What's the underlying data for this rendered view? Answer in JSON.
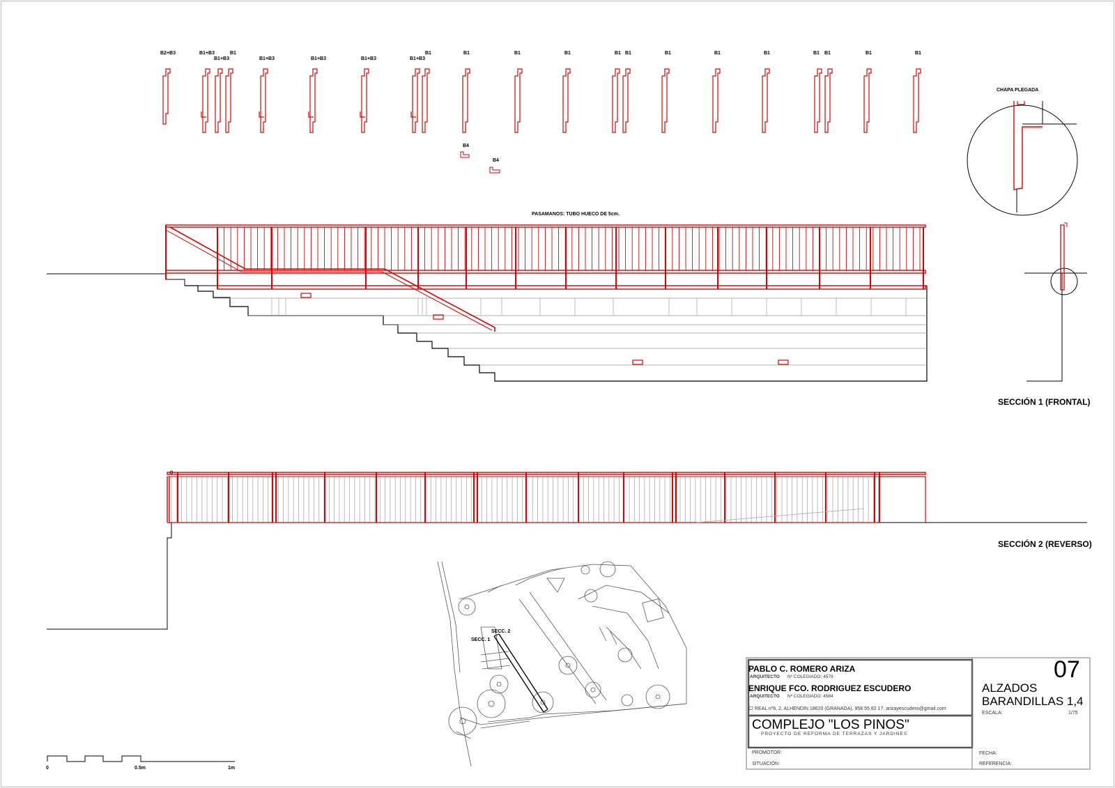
{
  "profile_labels": [
    "B2+B3",
    "B1+B3",
    "B1+B3",
    "B1",
    "B1+B3",
    "B1+B3",
    "B1+B3",
    "B1+B3",
    "B1",
    "B1",
    "B1",
    "B1",
    "B1",
    "B1",
    "B1",
    "B1",
    "B1",
    "B1",
    "B1",
    "B1",
    "B1"
  ],
  "b4_labels": [
    "B4",
    "B4"
  ],
  "detail": {
    "label": "CHAPA PLEGADA"
  },
  "section1": {
    "handrail_note": "PASAMANOS: TUBO HUECO DE 5cm.",
    "title": "SECCIÓN 1 (FRONTAL)"
  },
  "section2": {
    "title": "SECCIÓN 2 (REVERSO)"
  },
  "site_plan": {
    "secc1": "SECC. 1",
    "secc2": "SECC. 2"
  },
  "scale_bar": {
    "zero": "0",
    "half": "0.5m",
    "one": "1m"
  },
  "title_block": {
    "architect1_name": "PABLO C. ROMERO ARIZA",
    "architect1_role": "ARQUITECTO",
    "architect1_reg": "Nº COLEGIADO: 4579",
    "architect2_name": "ENRIQUE FCO. RODRIGUEZ ESCUDERO",
    "architect2_role": "ARQUITECTO",
    "architect2_reg": "Nº COLEGIADO: 4584",
    "address": "C/ REAL nº6, 2. ALHENDIN 18620 (GRANADA). 958 55 82 17. arizayescudero@gmail.com",
    "project_title": "COMPLEJO \"LOS PINOS\"",
    "project_subtitle": "PROYECTO DE REFORMA DE TERRAZAS Y JARDINES",
    "promotor_label": "PROMOTOR:",
    "situacion_label": "SITUACIÓN:",
    "sheet_number": "07",
    "sheet_title_1": "ALZADOS",
    "sheet_title_2": "BARANDILLAS 1,4",
    "escala_label": "ESCALA:",
    "escala_value": "1/75",
    "fecha_label": "FECHA:",
    "referencia_label": "REFERENCIA:"
  },
  "colors": {
    "red": "#e00000",
    "black": "#000000",
    "grey": "#9a9a9a"
  }
}
